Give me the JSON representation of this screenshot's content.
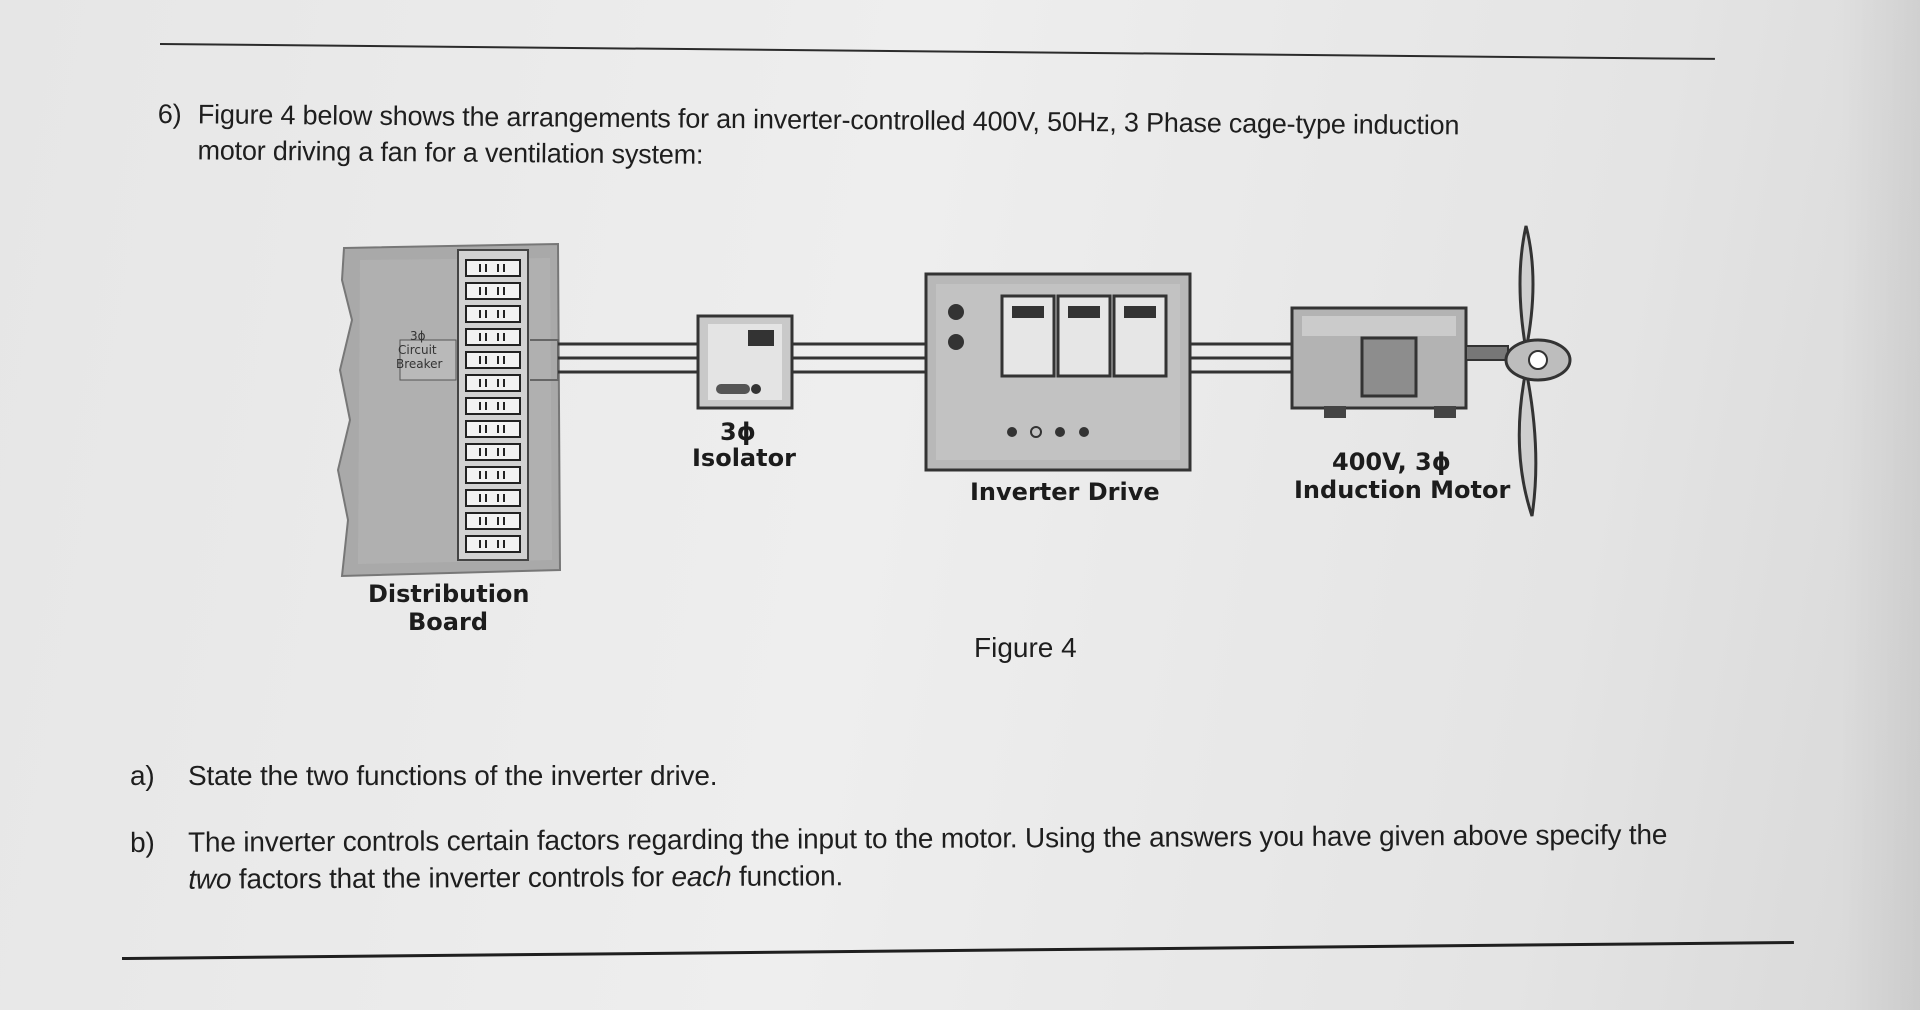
{
  "question": {
    "number": "6)",
    "intro_line1": "Figure 4 below shows the arrangements for an inverter-controlled 400V, 50Hz, 3 Phase cage-type induction",
    "intro_line2": "motor driving a fan for a ventilation system:"
  },
  "figure": {
    "caption": "Figure 4",
    "distribution_board_label_1": "Distribution",
    "distribution_board_label_2": "Board",
    "breaker_label_1": "3ϕ",
    "breaker_label_2": "Circuit",
    "breaker_label_3": "Breaker",
    "isolator_label_1": "3ϕ",
    "isolator_label_2": "Isolator",
    "inverter_label": "Inverter Drive",
    "motor_label_1": "400V, 3ϕ",
    "motor_label_2": "Induction Motor"
  },
  "parts": {
    "a_letter": "a)",
    "a_text": "State the two functions of the inverter drive.",
    "b_letter": "b)",
    "b_text_line1": "The inverter controls certain factors regarding the input to the motor. Using the answers you have given above specify the",
    "b_line2_em1": "two",
    "b_line2_mid": " factors that the inverter controls for ",
    "b_line2_em2": "each",
    "b_line2_end": " function."
  }
}
